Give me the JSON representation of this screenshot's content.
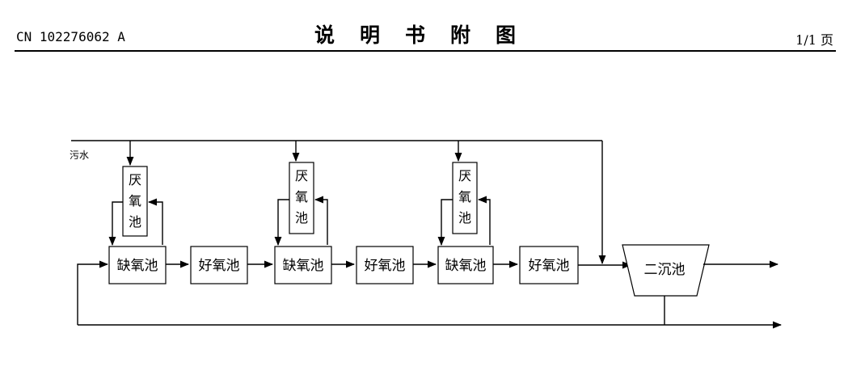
{
  "header": {
    "doc_number": "CN 102276062 A",
    "title_chars": [
      "说",
      "明",
      "书",
      "附",
      "图"
    ],
    "page": "1/1 页"
  },
  "diagram": {
    "inflow_label": "污水",
    "anaerobic_chars": [
      "厌",
      "氧",
      "池"
    ],
    "anoxic_label": "缺氧池",
    "aerobic_label": "好氧池",
    "clarifier_label": "二沉池"
  }
}
